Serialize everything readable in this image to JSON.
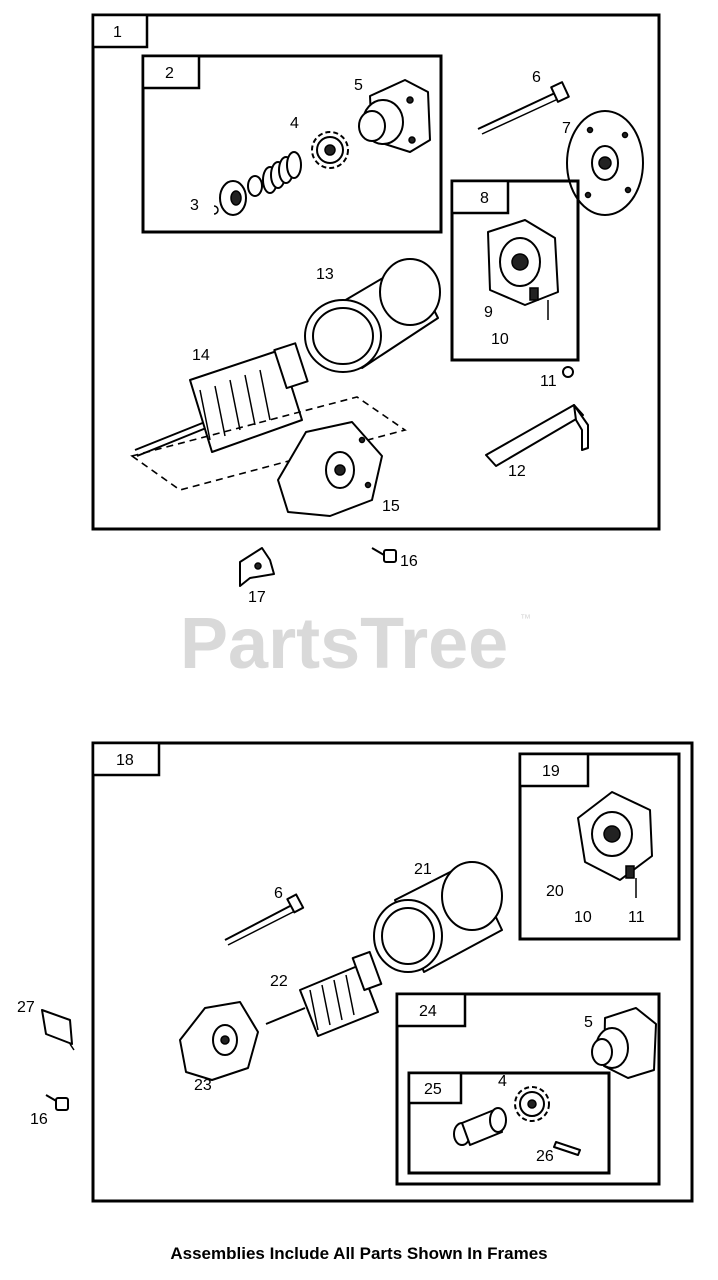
{
  "watermark": {
    "text": "PartsTree",
    "trademark": "™"
  },
  "footer": "Assemblies Include All Parts Shown In Frames",
  "frames": {
    "f1": "1",
    "f2": "2",
    "f8": "8",
    "f18": "18",
    "f19": "19",
    "f24": "24",
    "f25": "25"
  },
  "callouts": {
    "c3": "3",
    "c4a": "4",
    "c5a": "5",
    "c6a": "6",
    "c7": "7",
    "c9": "9",
    "c10a": "10",
    "c11a": "11",
    "c12": "12",
    "c13": "13",
    "c14": "14",
    "c15": "15",
    "c16a": "16",
    "c17": "17",
    "c20": "20",
    "c10b": "10",
    "c11b": "11",
    "c21": "21",
    "c6b": "6",
    "c22": "22",
    "c23": "23",
    "c27": "27",
    "c16b": "16",
    "c5b": "5",
    "c4b": "4",
    "c26": "26"
  }
}
